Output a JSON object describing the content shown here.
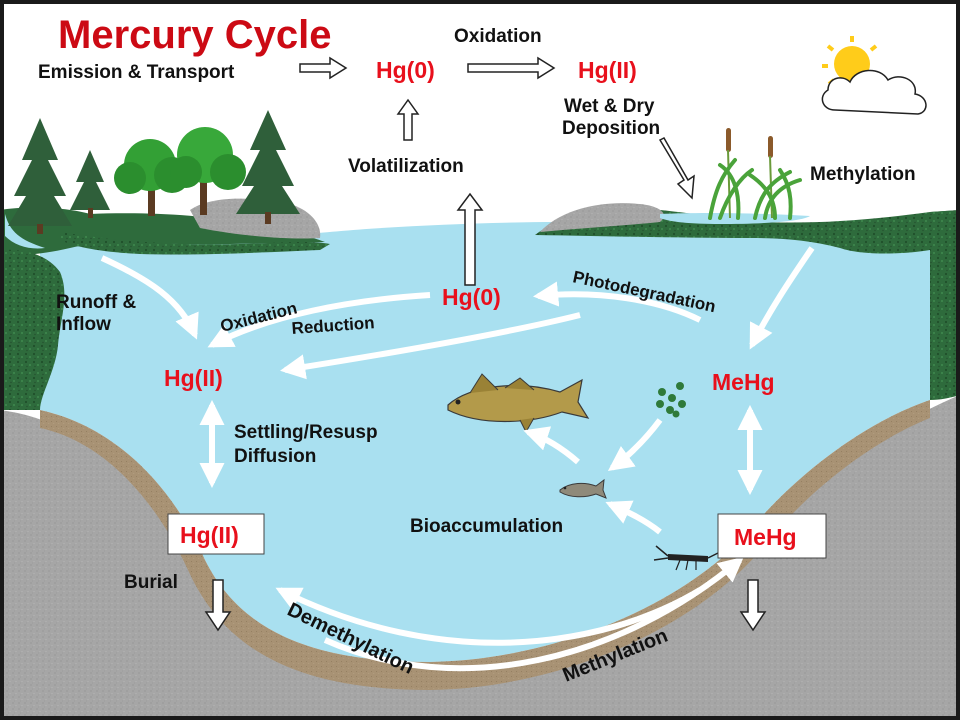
{
  "title": "Mercury Cycle",
  "atmosphere": {
    "emission_label": "Emission & Transport",
    "oxidation_label": "Oxidation",
    "hg0": "Hg(0)",
    "hg2": "Hg(II)",
    "volatilization_label": "Volatilization",
    "deposition_line1": "Wet & Dry",
    "deposition_line2": "Deposition",
    "methylation_label": "Methylation"
  },
  "water": {
    "runoff_line1": "Runoff &",
    "runoff_line2": "Inflow",
    "oxidation_label": "Oxidation",
    "reduction_label": "Reduction",
    "hg0": "Hg(0)",
    "photodegradation_label": "Photodegradation",
    "hg2": "Hg(II)",
    "mehg": "MeHg",
    "settling_line1": "Settling/Resusp",
    "settling_line2": "Diffusion",
    "bioaccumulation_label": "Bioaccumulation"
  },
  "sediment": {
    "hg2": "Hg(II)",
    "mehg": "MeHg",
    "burial_label": "Burial",
    "demethylation_label": "Demethylation",
    "methylation_label": "Methylation"
  },
  "colors": {
    "frame_border": "#1a1a1a",
    "sky": "#ffffff",
    "water": "#a9e0f0",
    "land_green": "#2e6b3c",
    "rock_gray": "#a6a6a6",
    "sediment_tan": "#a89274",
    "mercury_red": "#e8101c",
    "arrow_white": "#ffffff"
  }
}
